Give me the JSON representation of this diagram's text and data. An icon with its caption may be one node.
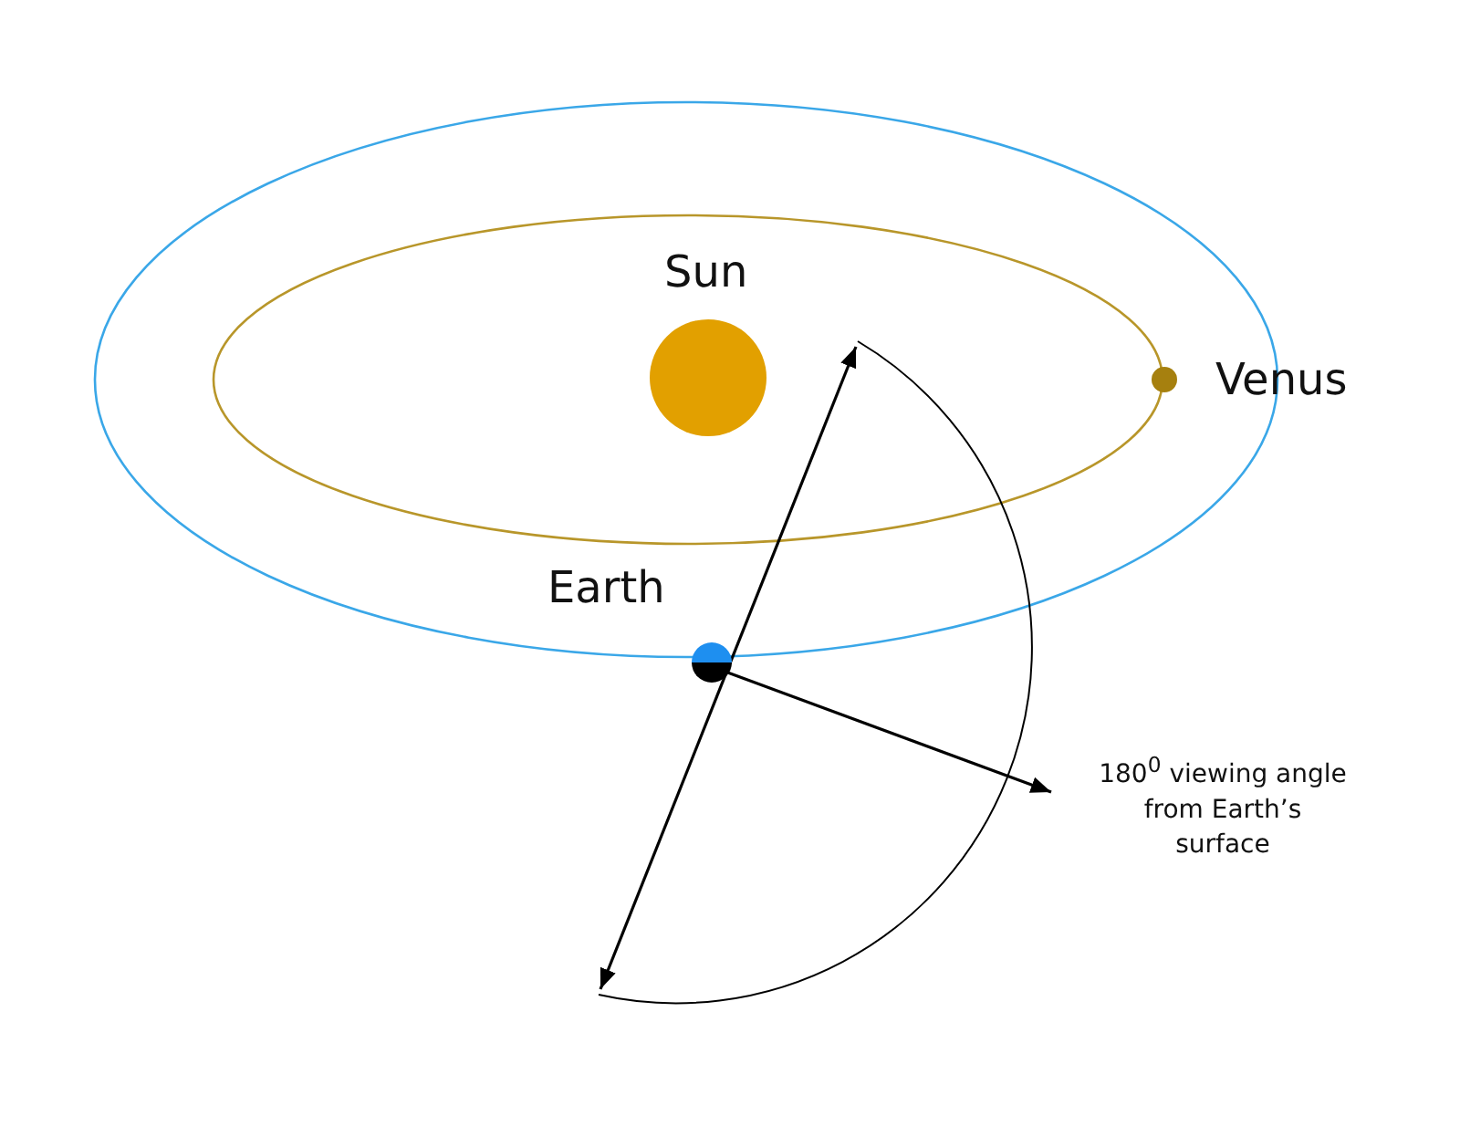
{
  "diagram": {
    "nodes": [
      {
        "text": [
          "Sun"
        ]
      },
      {
        "text": [
          "Venus"
        ]
      },
      {
        "text": [
          "Earth"
        ]
      }
    ],
    "labels": [
      "180$^{0}$ viewing angle from Earth’s surface"
    ]
  }
}
